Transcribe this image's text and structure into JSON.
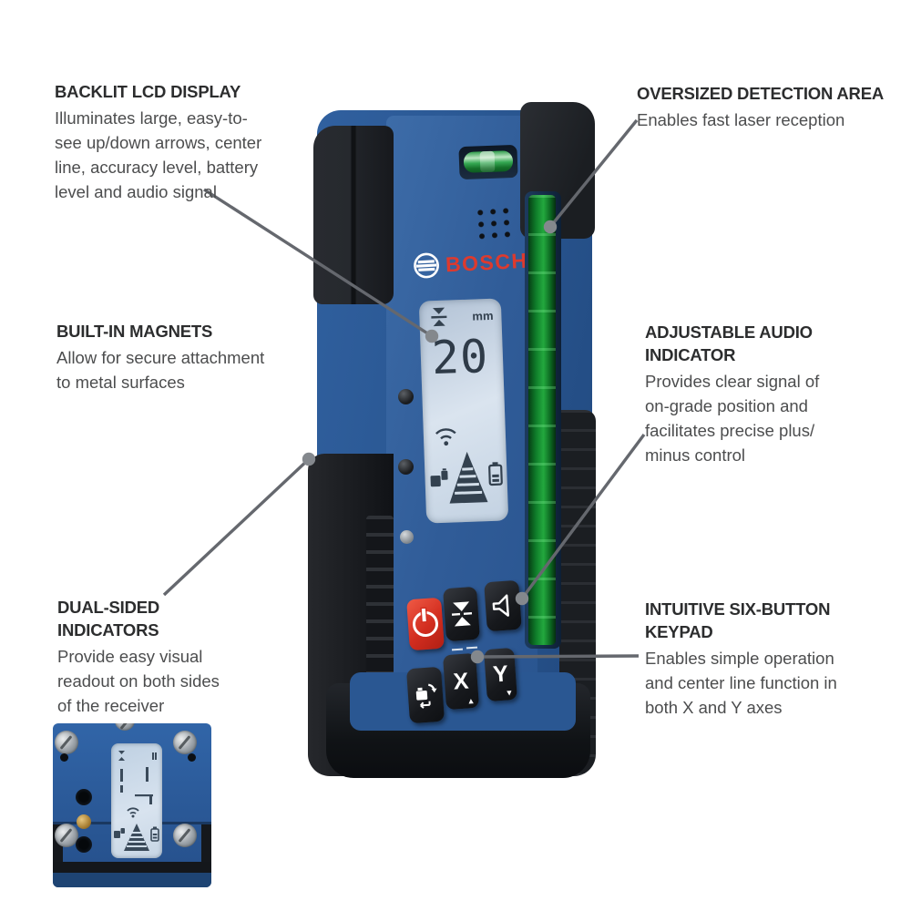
{
  "diagram": {
    "brand": "BOSCH",
    "callouts": [
      {
        "id": "backlit",
        "title": "BACKLIT LCD DISPLAY",
        "body": "Illuminates large, easy-to-\nsee up/down arrows, center\nline, accuracy level, battery\nlevel and audio signal"
      },
      {
        "id": "detection",
        "title": "OVERSIZED DETECTION AREA",
        "body": "Enables fast laser reception"
      },
      {
        "id": "magnets",
        "title": "BUILT-IN MAGNETS",
        "body": "Allow for secure attachment\nto metal surfaces"
      },
      {
        "id": "audio",
        "title": "ADJUSTABLE AUDIO\nINDICATOR",
        "body": "Provides clear signal of\non-grade position and\nfacilitates precise plus/\nminus control"
      },
      {
        "id": "dual",
        "title": "DUAL-SIDED\nINDICATORS",
        "body": "Provide easy visual\nreadout on both sides\nof the receiver"
      },
      {
        "id": "keypad",
        "title": "INTUITIVE SIX-BUTTON\nKEYPAD",
        "body": "Enables simple operation\nand center line function in\nboth X and Y axes"
      }
    ],
    "device": {
      "lcd": {
        "value": "20",
        "unit": "mm"
      },
      "keys": {
        "x": "X",
        "y": "Y"
      }
    },
    "colors": {
      "body_blue": "#2a5792",
      "accent_red": "#d22d1f",
      "logo_red": "#dd3a2e",
      "strip_green": "#23a83e",
      "leader_gray": "#65686e"
    }
  }
}
